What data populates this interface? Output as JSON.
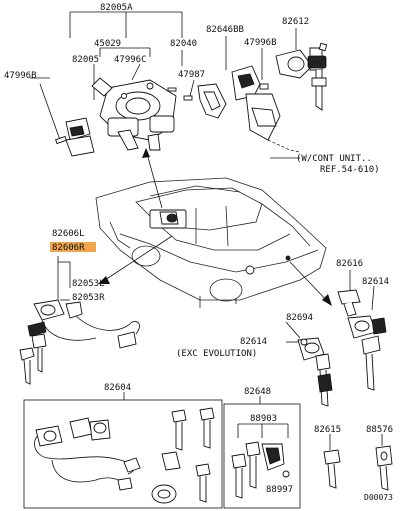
{
  "labels": {
    "p82005A": "82005A",
    "p45029": "45029",
    "p82005": "82005",
    "p47996C": "47996C",
    "p82040": "82040",
    "p47996B": "47996B",
    "p47987": "47987",
    "p82646BB": "82646BB",
    "p47996B2": "47996B",
    "p82612": "82612",
    "cont_unit_1": "(W/CONT UNIT..",
    "cont_unit_2": "REF.54-610)",
    "p82606L": "82606L",
    "p82606R": "82606R",
    "p82053L": "82053L",
    "p82053R": "82053R",
    "p82616": "82616",
    "p82614a": "82614",
    "p82694": "82694",
    "p82614b": "82614",
    "exc_evolution": "(EXC EVOLUTION)",
    "p82604": "82604",
    "p82648": "82648",
    "p88903": "88903",
    "p88997": "88997",
    "p82615": "82615",
    "p88576": "88576",
    "diagram_id": "D00073"
  },
  "colors": {
    "highlight": "#f0a64a",
    "ink": "#111111"
  }
}
